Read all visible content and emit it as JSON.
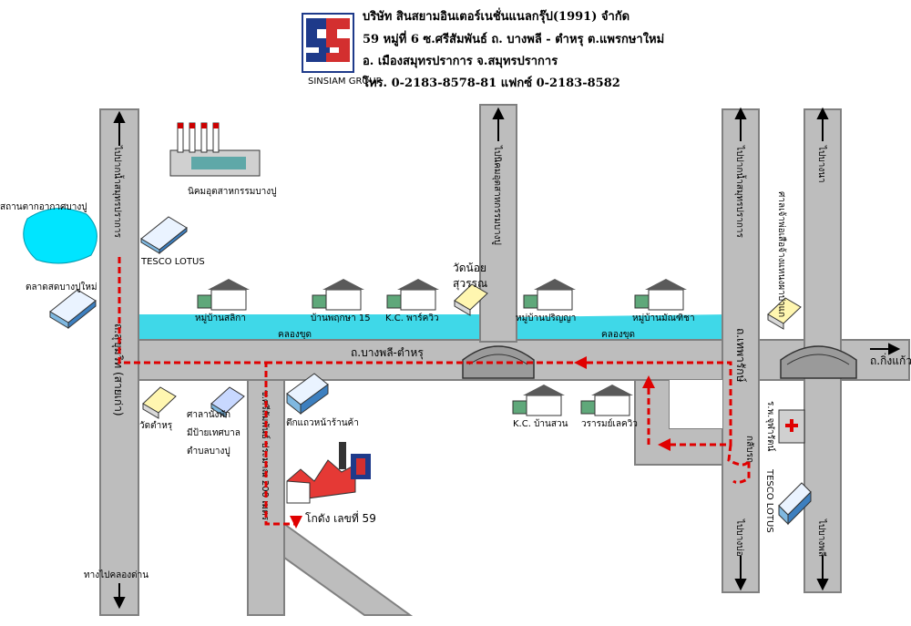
{
  "header": {
    "logo_text": "SINSIAM GROUP",
    "company": "บริษัท สินสยามอินเตอร์เนชั่นแนลกรุ๊ป(1991) จำกัด",
    "address1": "59 หมู่ที่ 6 ซ.ศรีสัมพันธ์ ถ. บางพลี - ตำหรุ ต.แพรกษาใหม่",
    "address2": "อ. เมืองสมุทรปราการ จ.สมุทรปราการ",
    "contact": "โทร. 0-2183-8578-81   แฟกซ์ 0-2183-8582"
  },
  "roads": {
    "sukhumvit": "ถ.สุขุมวิท (สายเก่า)",
    "bangphli_tamru": "ถ.บางพลี-ตำหรุ",
    "thepharak": "ถ.เทพารักษ์",
    "srisamphan": "ซ.ศรีสัมพันธ์ ประมาณ 200 เมตร",
    "to_king_kaeo": "ถ.กิ่งแก้ว",
    "to_samut_prakan_left": "ไปปากน้ำสมุทรปราการ",
    "to_klong_dan": "ทางไปคลองด่าน",
    "to_bang_pu_industrial": "ไปนิคมอุตสาหกรรมบางปู",
    "to_samut_prakan_right": "ไปปากน้ำสมุทรปราการ",
    "to_bang_na": "ไปบางนา",
    "to_bang_bo": "ไปบางบ่อ",
    "to_bang_phli": "ไปบางพลี"
  },
  "landmarks": {
    "industrial_estate": "นิคมอุตสาหกรรมบางปู",
    "weather_station": "สถานตากอากาศบางปู",
    "tesco_left": "TESCO LOTUS",
    "market": "ตลาดสดบางปูใหม่",
    "wat_noi": "วัดน้อย",
    "wat_noi2": "สุวรรณ",
    "sala_chao": "ศาลเจ้าพ่อเสือจ้างแหนงผาปาแก",
    "village_sarika": "หมู่บ้านสลิกา",
    "village_phruksa": "บ้านพฤกษา 15",
    "kc_park": "K.C. พาร์ควิว",
    "village_prinya": "หมู่บ้านปริญญา",
    "village_manthicha": "หมู่บ้านมัณฑิชา",
    "canal1": "คลองขุด",
    "canal2": "คลองขุด",
    "wat_tamru": "วัดตำหรุ",
    "sala_rest1": "ศาลานั่งพัก",
    "sala_rest2": "มีป้ายเทศบาล",
    "sala_rest3": "ตำบลบางปู",
    "shophouse": "ตึกแถวหน้าร้านค้า",
    "kc_ban_suan": "K.C. บ้านสวน",
    "wararom": "วรารมย์เลควิว",
    "hospital": "ร.พ.จุฬารัตน์",
    "u_turn": "กลับรถ",
    "tesco_right": "TESCO LOTUS",
    "warehouse": "โกดัง เลขที่ 59"
  },
  "colors": {
    "road": "#bdbdbd",
    "road_edge": "#808080",
    "canal": "#3fd8e8",
    "route": "#e00000",
    "logo_blue": "#1e3a8a",
    "logo_red": "#d32f2f"
  },
  "icons": [
    "logo-icon",
    "factory-icon",
    "house-icon",
    "building-icon",
    "bridge-icon",
    "hospital-icon",
    "warehouse-icon"
  ]
}
